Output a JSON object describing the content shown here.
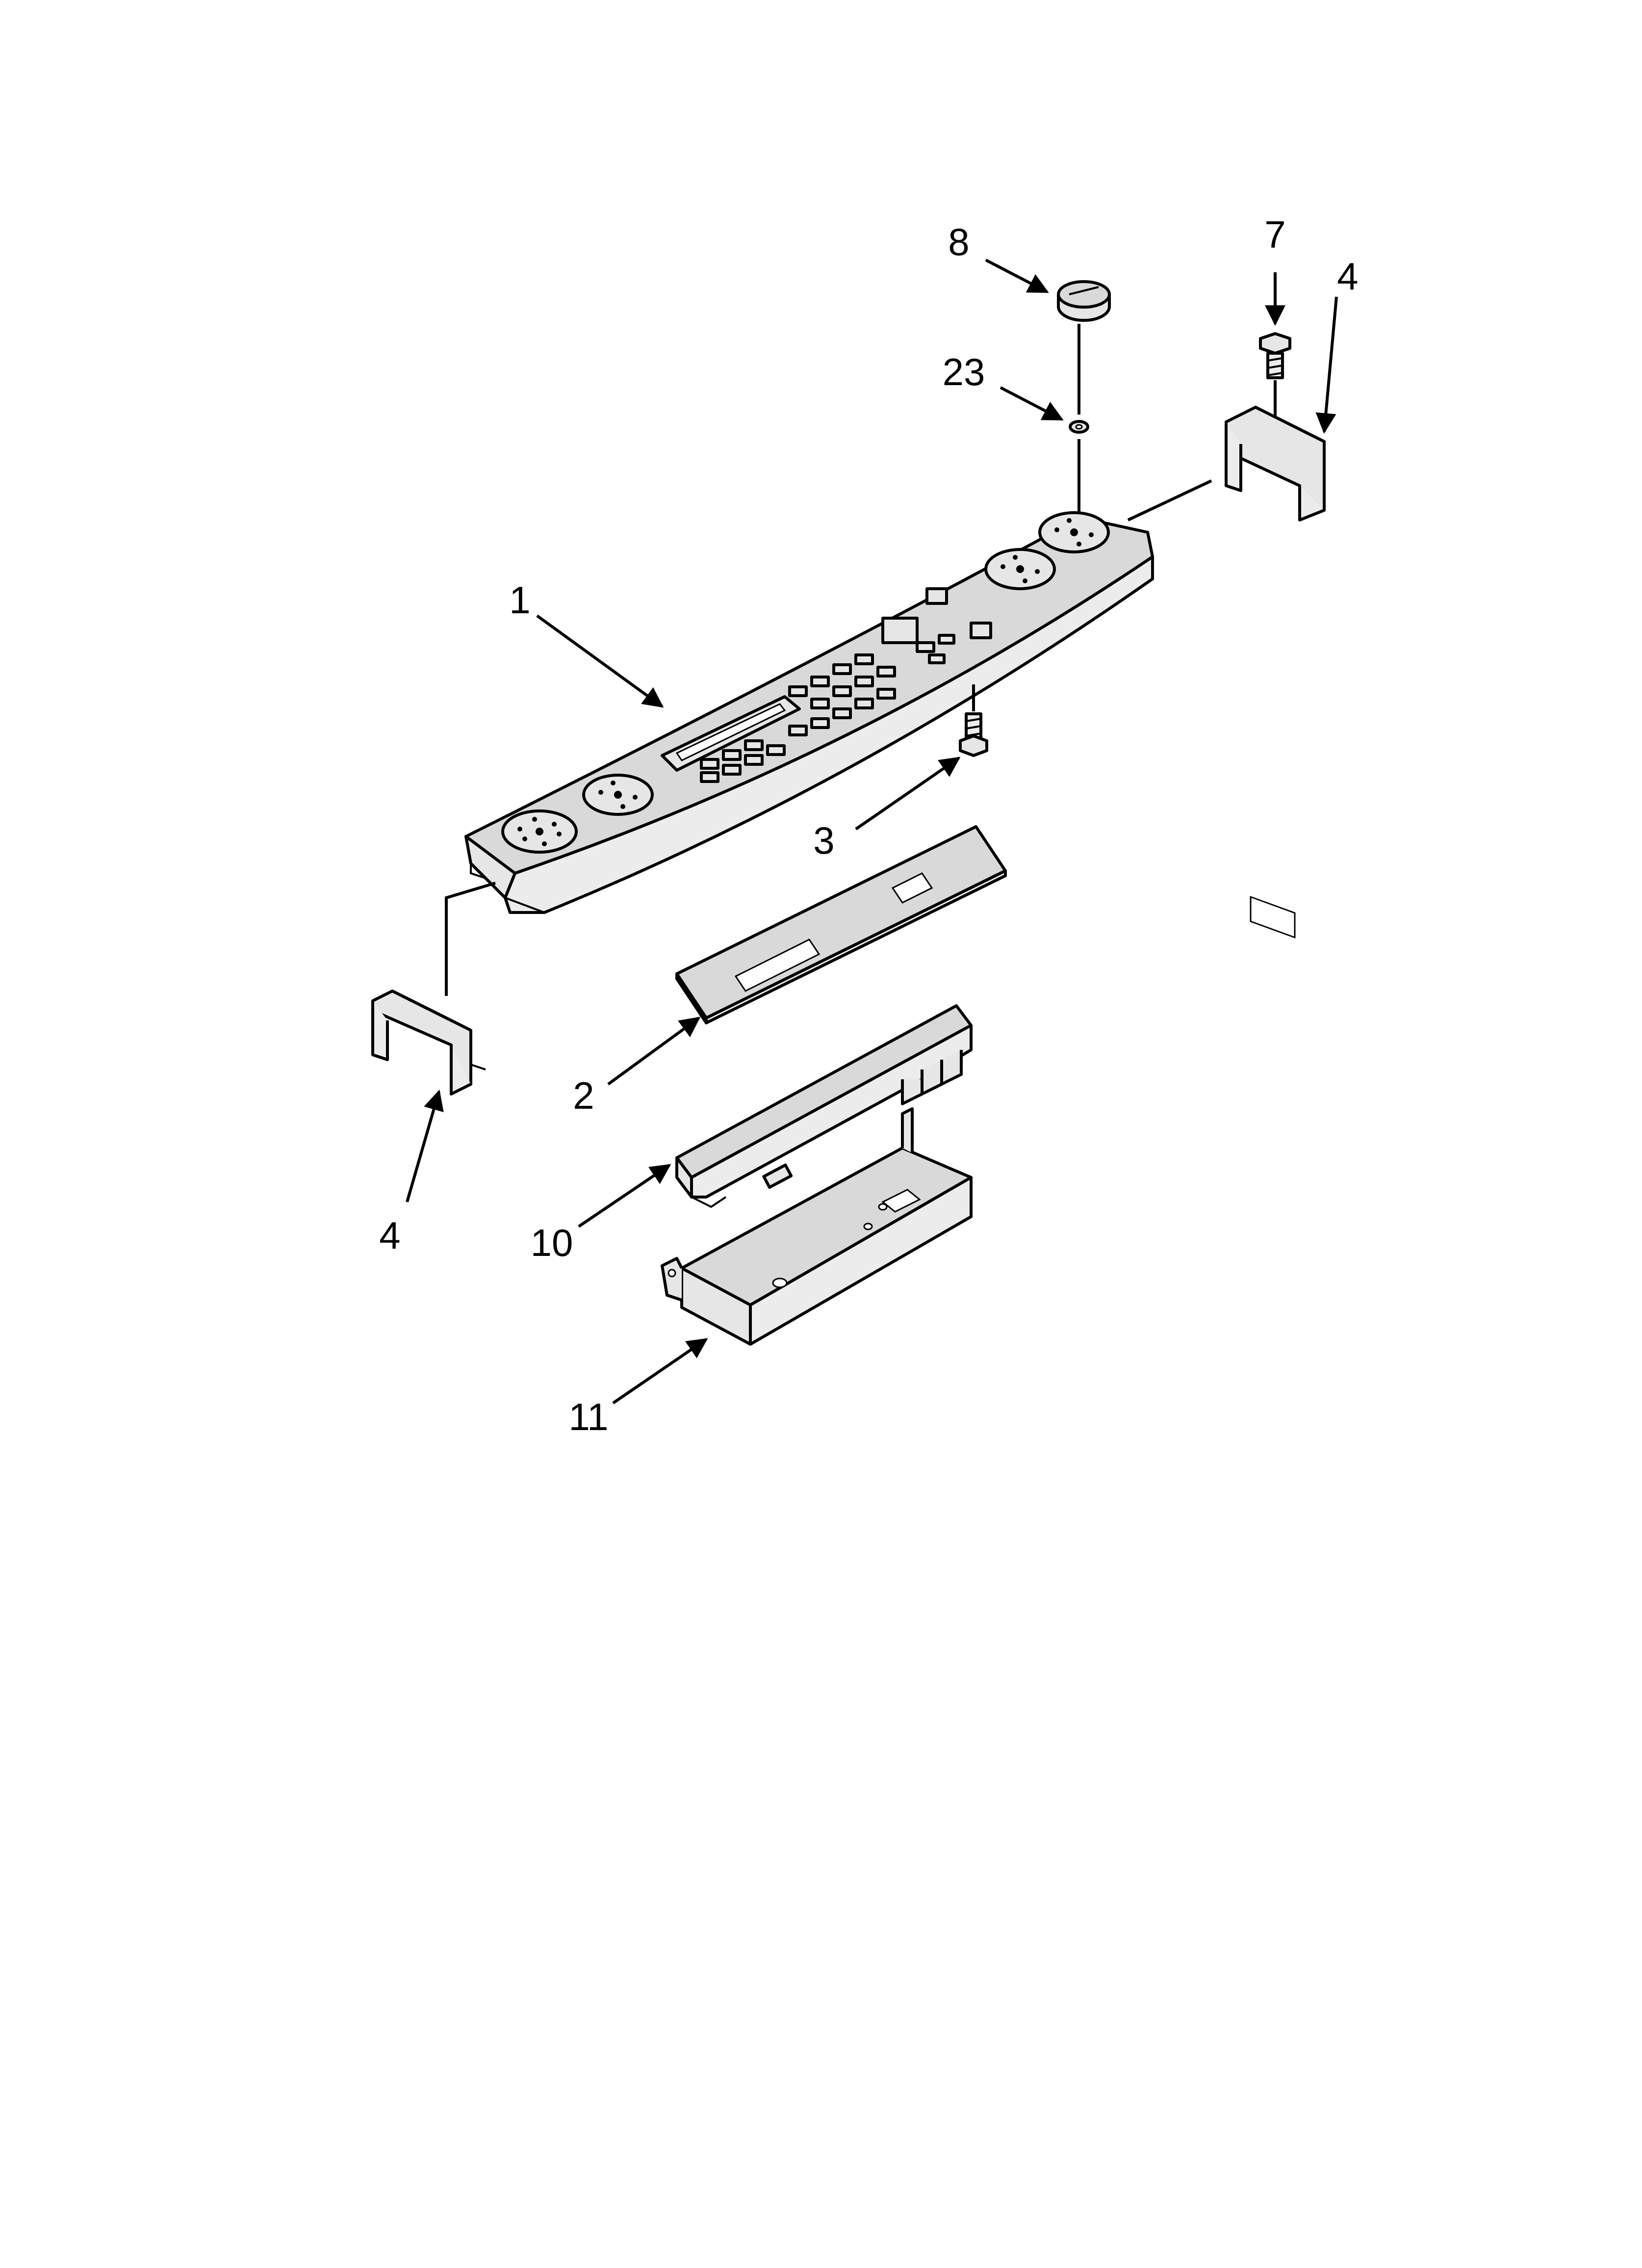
{
  "callouts": {
    "c8": "8",
    "c7": "7",
    "c4_right": "4",
    "c23": "23",
    "c1": "1",
    "c3": "3",
    "c2": "2",
    "c4_left": "4",
    "c10": "10",
    "c11": "11"
  }
}
